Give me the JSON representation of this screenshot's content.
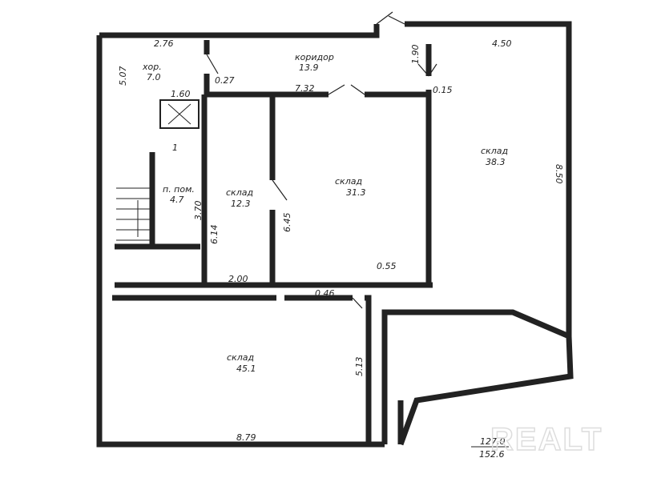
{
  "rooms": [
    {
      "name": "хор.",
      "area": "7.0"
    },
    {
      "name": "коридор",
      "area": "13.9"
    },
    {
      "name": "п. пом.",
      "area": "4.7"
    },
    {
      "name": "склад",
      "area": "12.3"
    },
    {
      "name": "склад",
      "area": "31.3"
    },
    {
      "name": "склад",
      "area": "38.3"
    },
    {
      "name": "склад",
      "area": "45.1"
    }
  ],
  "dimensions": {
    "d276": "2.76",
    "d507": "5.07",
    "d027": "0.27",
    "d160": "1.60",
    "d1": "1",
    "d370": "3.70",
    "d614": "6.14",
    "d200": "2.00",
    "d645": "6.45",
    "d732": "7.32",
    "d190": "1.90",
    "d450": "4.50",
    "d015": "0.15",
    "d850": "8.50",
    "d055": "0.55",
    "d046": "0.46",
    "d513": "5.13",
    "d879": "8.79"
  },
  "totals": {
    "main": "127.0",
    "total": "152.6"
  },
  "watermark": "REALT"
}
